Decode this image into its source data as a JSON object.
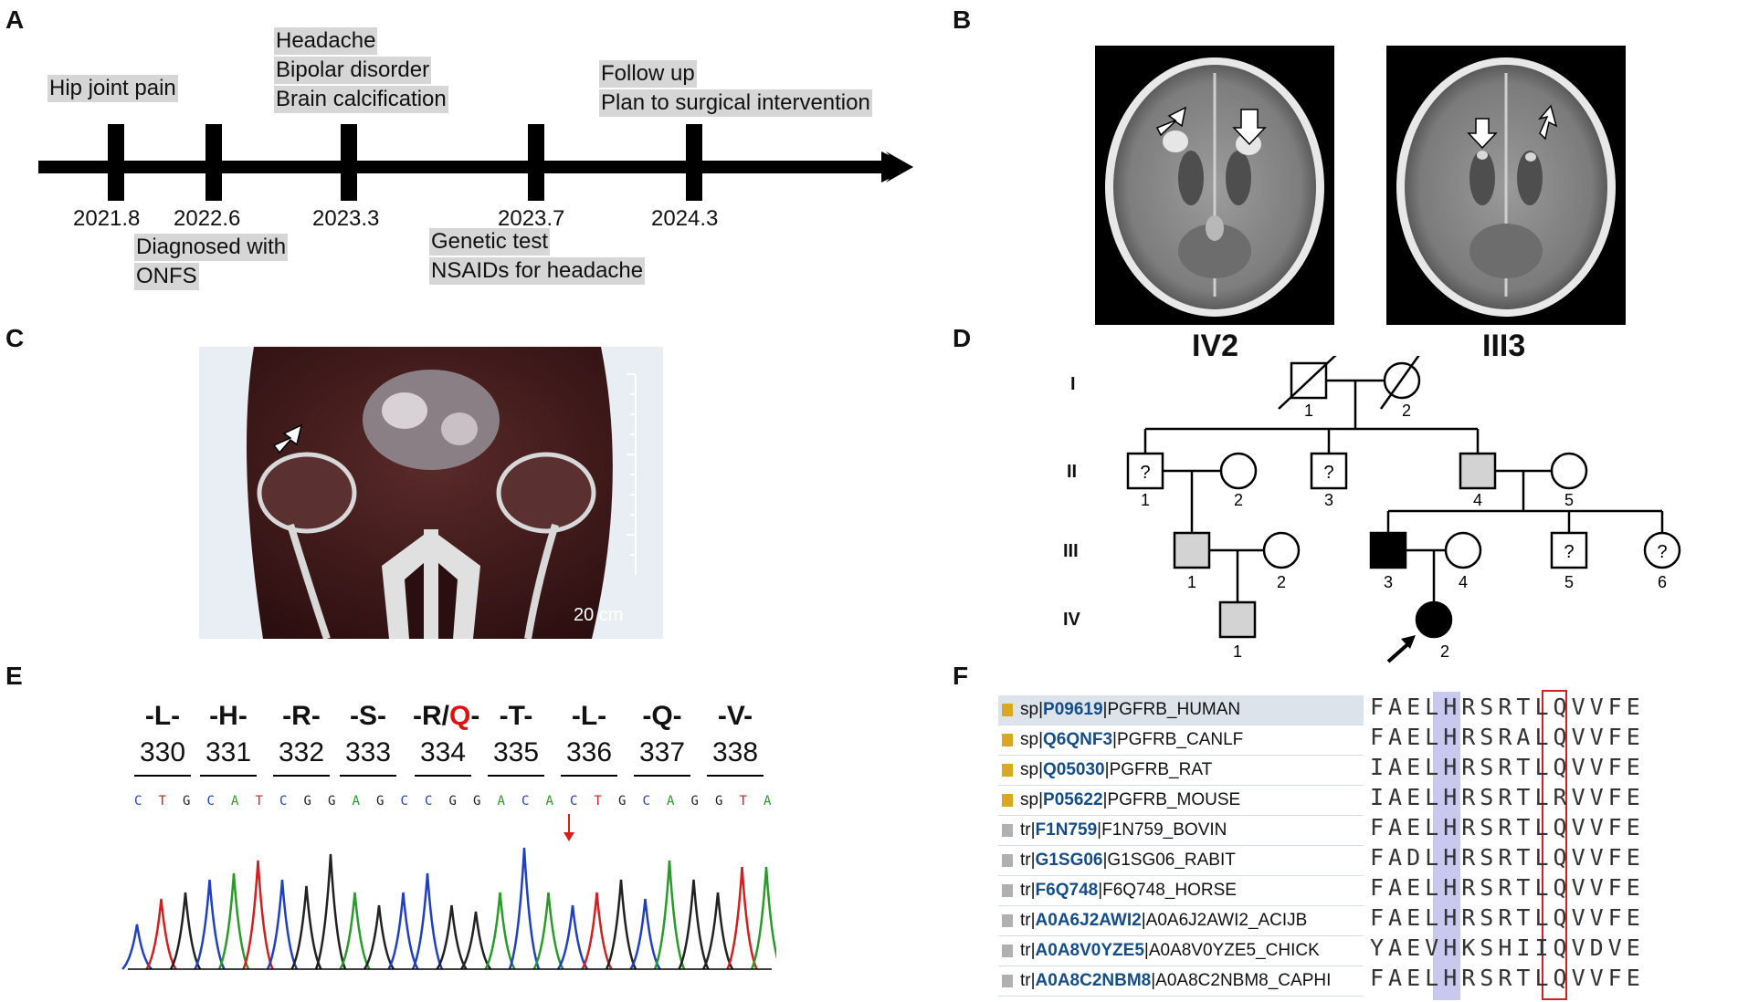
{
  "panels": {
    "a": "A",
    "b": "B",
    "c": "C",
    "d": "D",
    "e": "E",
    "f": "F"
  },
  "timeline": {
    "dates": [
      "2021.8",
      "2022.6",
      "2023.3",
      "2023.7",
      "2024.3"
    ],
    "above": [
      [
        "Hip joint pain"
      ],
      [],
      [
        "Headache",
        "Bipolar disorder",
        "Brain calcification"
      ],
      [],
      [
        "Follow up",
        "Plan to surgical intervention"
      ]
    ],
    "below": [
      [],
      [
        "Diagnosed with",
        "ONFS"
      ],
      [],
      [
        "Genetic test",
        "NSAIDs for headache"
      ],
      []
    ]
  },
  "ct": {
    "left_label": "IV2",
    "right_label": "III3"
  },
  "mri": {
    "scale": "20 cm"
  },
  "pedigree": {
    "generations": [
      "I",
      "II",
      "III",
      "IV"
    ],
    "question_mark": "?",
    "nums": [
      "1",
      "2",
      "1",
      "2",
      "3",
      "4",
      "5",
      "1",
      "2",
      "3",
      "4",
      "5",
      "6",
      "1",
      "2"
    ]
  },
  "sequence": {
    "aa": [
      "-L-",
      "-H-",
      "-R-",
      "-S-",
      "-R/",
      "Q",
      "-",
      "-T-",
      "-L-",
      "-Q-",
      "-V-"
    ],
    "positions": [
      "330",
      "331",
      "332",
      "333",
      "334",
      "335",
      "336",
      "337",
      "338"
    ],
    "bases": [
      "C",
      "T",
      "G",
      "C",
      "A",
      "T",
      "C",
      "G",
      "G",
      "A",
      "G",
      "C",
      "C",
      "G",
      "G",
      "A",
      "C",
      "A",
      "C",
      "T",
      "G",
      "C",
      "A",
      "G",
      "G",
      "T",
      "A"
    ]
  },
  "alignment": {
    "rows": [
      {
        "db": "sp|",
        "acc": "P09619",
        "name": "|PGFRB_HUMAN",
        "seq": "FAELHRSRTLQVVFE"
      },
      {
        "db": "sp|",
        "acc": "Q6QNF3",
        "name": "|PGFRB_CANLF",
        "seq": "FAELHRSRALQVVFE"
      },
      {
        "db": "sp|",
        "acc": "Q05030",
        "name": "|PGFRB_RAT",
        "seq": "IAELHRSRTLQVVFE"
      },
      {
        "db": "sp|",
        "acc": "P05622",
        "name": "|PGFRB_MOUSE",
        "seq": "IAELHRSRTLRVVFE"
      },
      {
        "db": "tr|",
        "acc": "F1N759",
        "name": "|F1N759_BOVIN",
        "seq": "FAELHRSRTLQVVFE"
      },
      {
        "db": "tr|",
        "acc": "G1SG06",
        "name": "|G1SG06_RABIT",
        "seq": "FADLHRSRTLQVVFE"
      },
      {
        "db": "tr|",
        "acc": "F6Q748",
        "name": "|F6Q748_HORSE",
        "seq": "FAELHRSRTLQVVFE"
      },
      {
        "db": "tr|",
        "acc": "A0A6J2AWI2",
        "name": "|A0A6J2AWI2_ACIJB",
        "seq": "FAELHRSRTLQVVFE"
      },
      {
        "db": "tr|",
        "acc": "A0A8V0YZE5",
        "name": "|A0A8V0YZE5_CHICK",
        "seq": "YAEVHKSHIIQVDVE"
      },
      {
        "db": "tr|",
        "acc": "A0A8C2NBM8",
        "name": "|A0A8C2NBM8_CAPHI",
        "seq": "FAELHRSRTLQVVFE"
      }
    ]
  },
  "colors": {
    "highlight_col": "#c9c9f0",
    "box": "#d42020",
    "mutation": "#e01010"
  }
}
